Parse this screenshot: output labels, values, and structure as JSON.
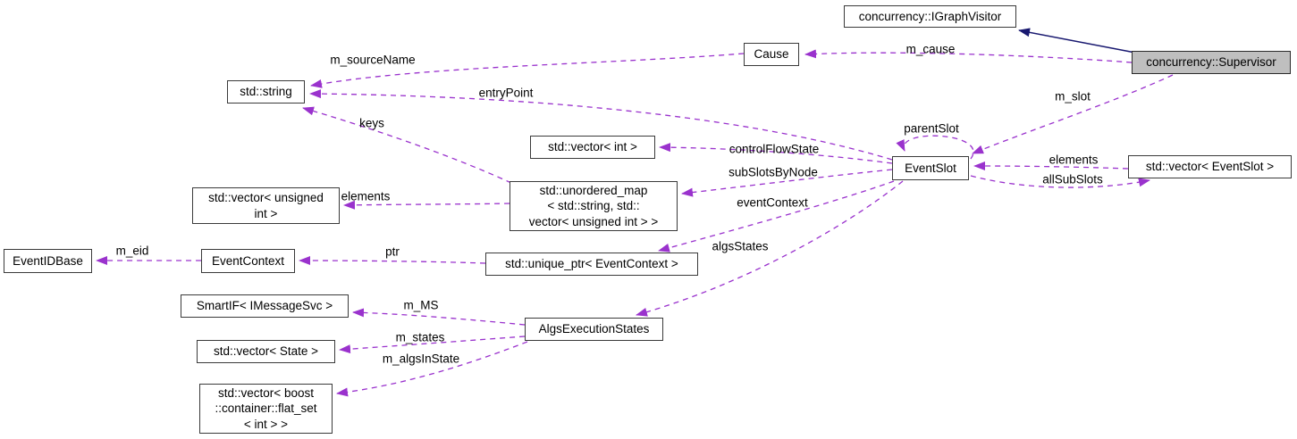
{
  "diagram": {
    "kind": "collaboration-graph",
    "colors": {
      "usage_edge": "#9a32cd",
      "inheritance_edge": "#191970",
      "node_fill": "#ffffff",
      "node_border": "#3a3a3a",
      "highlight_node_fill": "#bfbfbf",
      "text": "#000000",
      "background": "#ffffff"
    },
    "nodes": {
      "igraphvisitor": {
        "label": "concurrency::IGraphVisitor"
      },
      "supervisor": {
        "label": "concurrency::Supervisor"
      },
      "cause": {
        "label": "Cause"
      },
      "stdstring": {
        "label": "std::string"
      },
      "vector_int": {
        "label": "std::vector< int >"
      },
      "eventslot": {
        "label": "EventSlot"
      },
      "vector_eventslot": {
        "label": "std::vector< EventSlot >"
      },
      "unordered_map": {
        "line1": "std::unordered_map",
        "line2": "< std::string, std::",
        "line3": "vector< unsigned int > >"
      },
      "vector_unsigned_int": {
        "line1": "std::vector< unsigned",
        "line2": "int >"
      },
      "eventidbase": {
        "label": "EventIDBase"
      },
      "eventcontext": {
        "label": "EventContext"
      },
      "unique_ptr_eventcontext": {
        "label": "std::unique_ptr< EventContext >"
      },
      "smartif_imessagesvc": {
        "label": "SmartIF< IMessageSvc >"
      },
      "algsexecutionstates": {
        "label": "AlgsExecutionStates"
      },
      "vector_state": {
        "label": "std::vector< State >"
      },
      "vector_flat_set": {
        "line1": "std::vector< boost",
        "line2": "::container::flat_set",
        "line3": "< int > >"
      }
    },
    "edge_labels": {
      "m_cause": "m_cause",
      "m_sourceName": "m_sourceName",
      "entryPoint": "entryPoint",
      "keys": "keys",
      "controlFlowState": "controlFlowState",
      "subSlotsByNode": "subSlotsByNode",
      "eventContext": "eventContext",
      "algsStates": "algsStates",
      "parentSlot": "parentSlot",
      "m_slot": "m_slot",
      "elements_eventslot": "elements",
      "allSubSlots": "allSubSlots",
      "elements_unsigned_int": "elements",
      "ptr": "ptr",
      "m_eid": "m_eid",
      "m_MS": "m_MS",
      "m_states": "m_states",
      "m_algsInState": "m_algsInState"
    }
  }
}
